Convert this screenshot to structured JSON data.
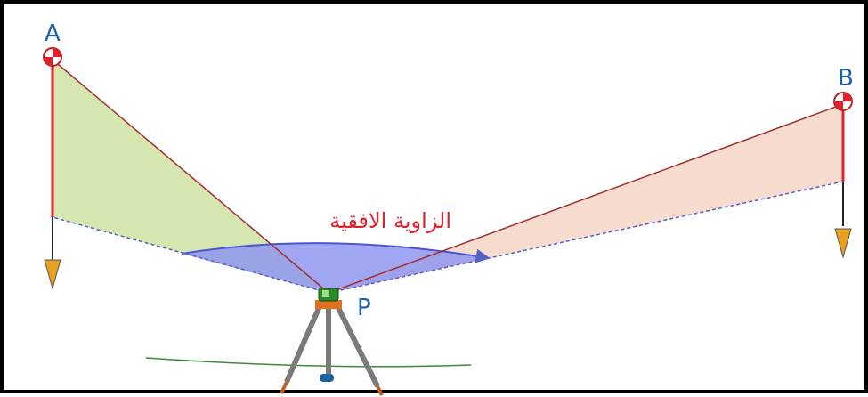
{
  "diagram": {
    "title_arabic": "الزاوية الافقية",
    "points": [
      {
        "id": "A",
        "label": "A"
      },
      {
        "id": "B",
        "label": "B"
      },
      {
        "id": "P",
        "label": "P"
      }
    ],
    "colors": {
      "triangle_a_fill": "#d6e6b0",
      "triangle_b_fill": "#f6dccf",
      "angle_fill": "#8f97ef",
      "sight_line": "#a03030",
      "dashed_line": "#5560c8",
      "pole_red": "#e0202a",
      "label_blue": "#1f5fa8",
      "ground_line": "#3a8a3a"
    }
  }
}
